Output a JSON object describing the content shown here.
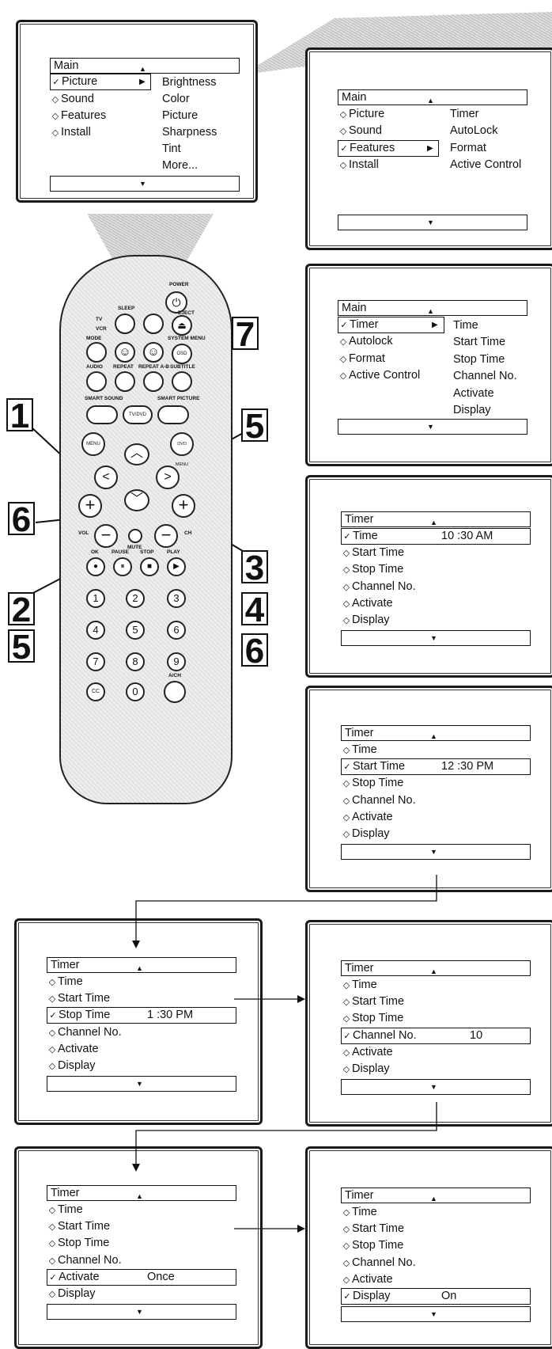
{
  "screen1": {
    "header": "Main",
    "rows": [
      {
        "label": "Picture",
        "selected": true
      },
      {
        "label": "Sound",
        "selected": false
      },
      {
        "label": "Features",
        "selected": false
      },
      {
        "label": "Install",
        "selected": false
      }
    ],
    "submenu": [
      "Brightness",
      "Color",
      "Picture",
      "Sharpness",
      "Tint",
      "More..."
    ]
  },
  "screen2": {
    "header": "Main",
    "rows": [
      {
        "label": "Picture",
        "selected": false
      },
      {
        "label": "Sound",
        "selected": false
      },
      {
        "label": "Features",
        "selected": true
      },
      {
        "label": "Install",
        "selected": false
      }
    ],
    "submenu": [
      "Timer",
      "AutoLock",
      "Format",
      "Active Control"
    ]
  },
  "screen3": {
    "header": "Main",
    "rows": [
      {
        "label": "Timer",
        "selected": true
      },
      {
        "label": "Autolock",
        "selected": false
      },
      {
        "label": "Format",
        "selected": false
      },
      {
        "label": "Active Control",
        "selected": false
      }
    ],
    "submenu": [
      "Time",
      "Start Time",
      "Stop Time",
      "Channel No.",
      "Activate",
      "Display"
    ]
  },
  "screen4": {
    "header": "Timer",
    "rows": [
      {
        "label": "Time",
        "selected": true,
        "value": "10 :30 AM"
      },
      {
        "label": "Start Time",
        "selected": false
      },
      {
        "label": "Stop Time",
        "selected": false
      },
      {
        "label": "Channel No.",
        "selected": false
      },
      {
        "label": "Activate",
        "selected": false
      },
      {
        "label": "Display",
        "selected": false
      }
    ]
  },
  "screen5": {
    "header": "Timer",
    "rows": [
      {
        "label": "Time",
        "selected": false
      },
      {
        "label": "Start Time",
        "selected": true,
        "value": "12 :30 PM"
      },
      {
        "label": "Stop Time",
        "selected": false
      },
      {
        "label": "Channel No.",
        "selected": false
      },
      {
        "label": "Activate",
        "selected": false
      },
      {
        "label": "Display",
        "selected": false
      }
    ]
  },
  "screen6": {
    "header": "Timer",
    "rows": [
      {
        "label": "Time",
        "selected": false
      },
      {
        "label": "Start Time",
        "selected": false
      },
      {
        "label": "Stop Time",
        "selected": true,
        "value": "1 :30 PM"
      },
      {
        "label": "Channel No.",
        "selected": false
      },
      {
        "label": "Activate",
        "selected": false
      },
      {
        "label": "Display",
        "selected": false
      }
    ]
  },
  "screen7": {
    "header": "Timer",
    "rows": [
      {
        "label": "Time",
        "selected": false
      },
      {
        "label": "Start Time",
        "selected": false
      },
      {
        "label": "Stop Time",
        "selected": false
      },
      {
        "label": "Channel No.",
        "selected": true,
        "value": "10"
      },
      {
        "label": "Activate",
        "selected": false
      },
      {
        "label": "Display",
        "selected": false
      }
    ]
  },
  "screen8": {
    "header": "Timer",
    "rows": [
      {
        "label": "Time",
        "selected": false
      },
      {
        "label": "Start Time",
        "selected": false
      },
      {
        "label": "Stop Time",
        "selected": false
      },
      {
        "label": "Channel No.",
        "selected": false
      },
      {
        "label": "Activate",
        "selected": true,
        "value": "Once"
      },
      {
        "label": "Display",
        "selected": false
      }
    ]
  },
  "screen9": {
    "header": "Timer",
    "rows": [
      {
        "label": "Time",
        "selected": false
      },
      {
        "label": "Start Time",
        "selected": false
      },
      {
        "label": "Stop Time",
        "selected": false
      },
      {
        "label": "Channel No.",
        "selected": false
      },
      {
        "label": "Activate",
        "selected": false
      },
      {
        "label": "Display",
        "selected": true,
        "value": "On"
      }
    ]
  },
  "glyphs": {
    "selected_mark": "✓",
    "bullet_mark": "◇",
    "right_arrow": "▶",
    "up_arrow": "▲",
    "down_arrow": "▼"
  },
  "remote": {
    "power": "POWER",
    "tv": "TV",
    "vcr": "VCR",
    "sleep": "SLEEP",
    "eject": "EJECT",
    "mode": "MODE",
    "system_menu": "SYSTEM MENU",
    "osd": "OSD",
    "audio": "AUDIO",
    "repeat": "REPEAT",
    "repeat_ab": "REPEAT A-B",
    "subtitle": "SUBTITLE",
    "smart_sound": "SMART SOUND",
    "smart_picture": "SMART PICTURE",
    "tvdvd": "TV/DVD",
    "menu": "MENU",
    "dvd_menu": "DVD MENU",
    "vol": "VOL",
    "ch": "CH",
    "mute": "MUTE",
    "ok": "OK",
    "pause": "PAUSE",
    "stop": "STOP",
    "play": "PLAY",
    "digits": [
      "1",
      "2",
      "3",
      "4",
      "5",
      "6",
      "7",
      "8",
      "9",
      "CC",
      "0"
    ],
    "ach": "A/CH"
  },
  "callouts": [
    "1",
    "7",
    "5",
    "6",
    "2",
    "5",
    "3",
    "4",
    "6"
  ]
}
